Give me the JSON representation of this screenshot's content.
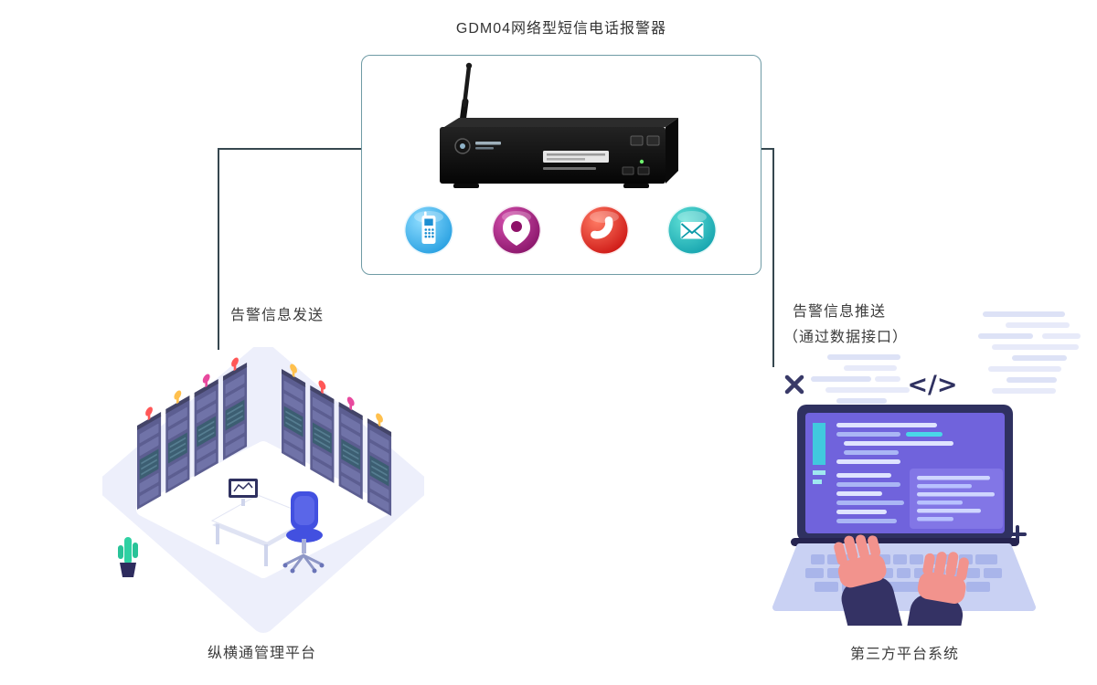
{
  "title": "GDM04网络型短信电话报警器",
  "device_box": {
    "border_color": "#6f9ba5",
    "device": "network-sms-phone-alarm-unit",
    "icons": [
      {
        "name": "sms-phone-icon",
        "color": "#1796dc"
      },
      {
        "name": "app-push-icon",
        "color": "#a01170"
      },
      {
        "name": "phone-call-icon",
        "color": "#d60d0d"
      },
      {
        "name": "email-icon",
        "color": "#0aa6ab"
      }
    ]
  },
  "connectors": {
    "line_color": "#36474f",
    "left": {
      "label": "告警信息发送"
    },
    "right": {
      "label_line1": "告警信息推送",
      "label_line2": "（通过数据接口）"
    }
  },
  "platforms": {
    "left": {
      "caption": "纵横通管理平台"
    },
    "right": {
      "caption": "第三方平台系统",
      "code_symbol": "</>"
    }
  }
}
